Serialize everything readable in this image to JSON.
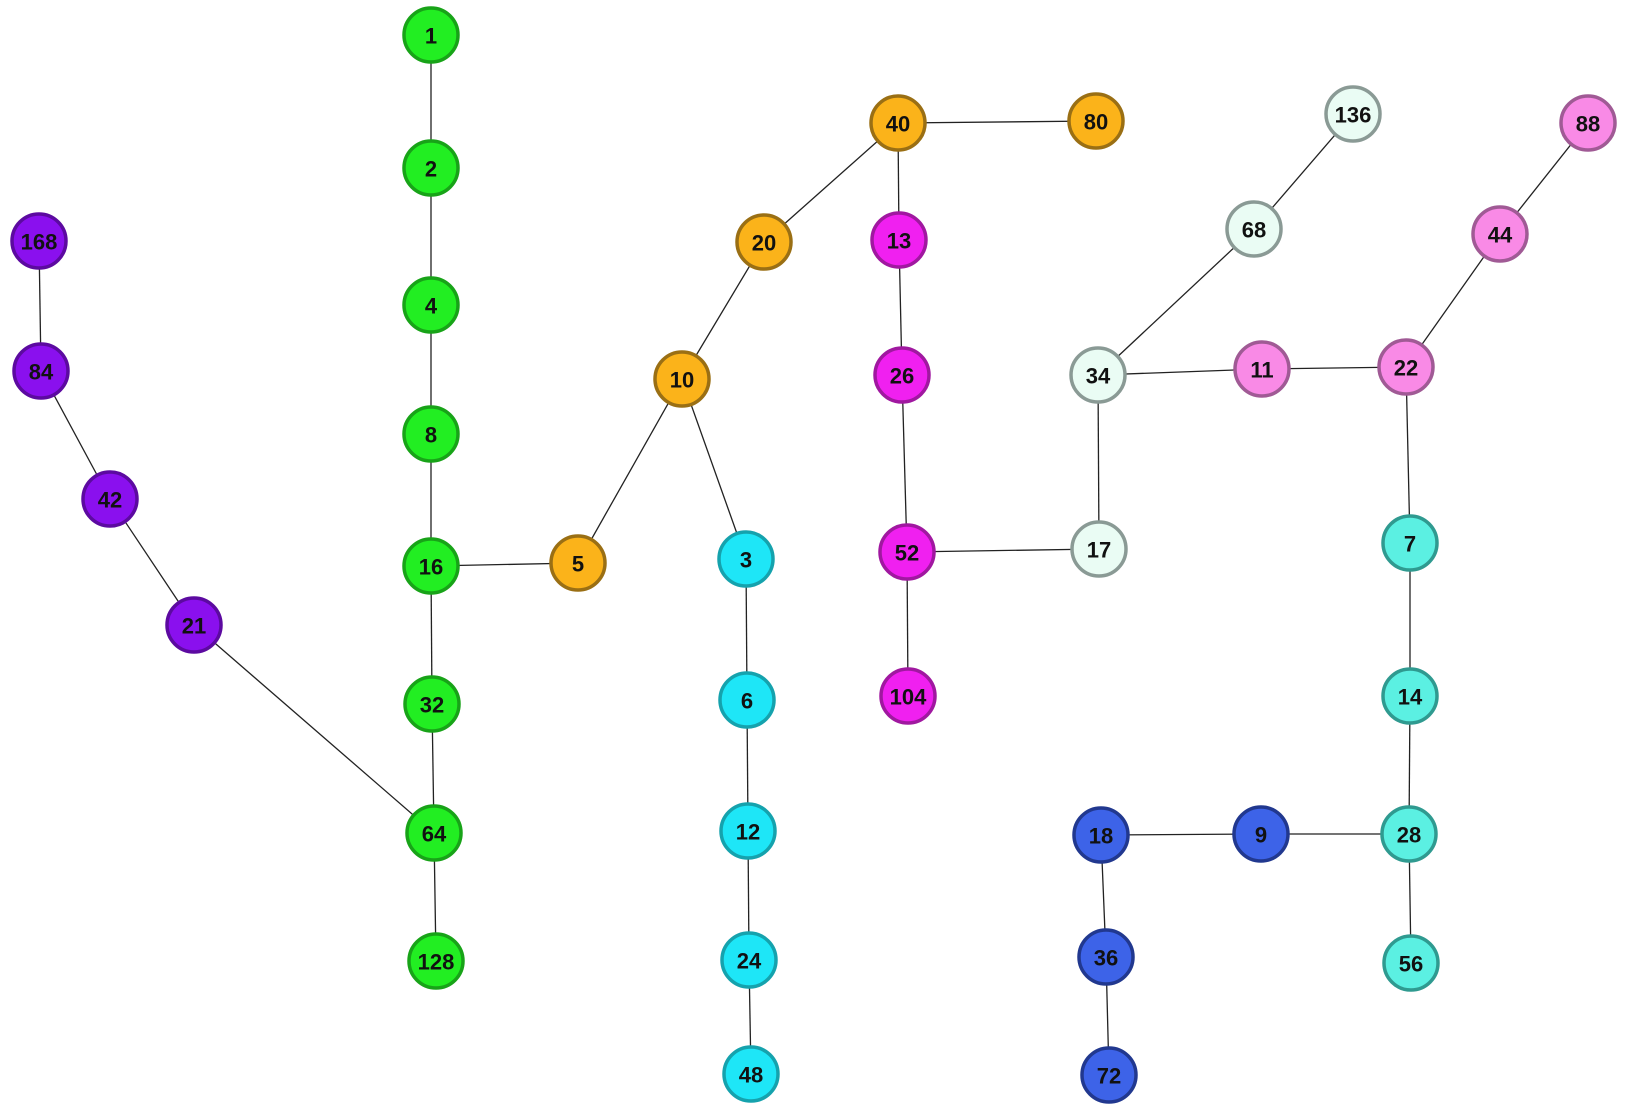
{
  "groups": {
    "green": {
      "fill": "#22ee22",
      "stroke": "#18a318"
    },
    "orange": {
      "fill": "#fbb31a",
      "stroke": "#9a6f14"
    },
    "magenta": {
      "fill": "#f020f0",
      "stroke": "#a018a0"
    },
    "cyan": {
      "fill": "#1ee6f7",
      "stroke": "#15a2ad"
    },
    "purple": {
      "fill": "#8a10ee",
      "stroke": "#5c0aa0"
    },
    "pale": {
      "fill": "#eafcf4",
      "stroke": "#8a9a95"
    },
    "pink": {
      "fill": "#f98ae6",
      "stroke": "#a05a95"
    },
    "teal": {
      "fill": "#5bf0e2",
      "stroke": "#2f9a90"
    },
    "blue": {
      "fill": "#3d63e8",
      "stroke": "#21388f"
    }
  },
  "nodes": [
    {
      "label": "1",
      "group": "green"
    },
    {
      "label": "2",
      "group": "green"
    },
    {
      "label": "4",
      "group": "green"
    },
    {
      "label": "8",
      "group": "green"
    },
    {
      "label": "16",
      "group": "green"
    },
    {
      "label": "32",
      "group": "green"
    },
    {
      "label": "64",
      "group": "green"
    },
    {
      "label": "128",
      "group": "green"
    },
    {
      "label": "168",
      "group": "purple"
    },
    {
      "label": "84",
      "group": "purple"
    },
    {
      "label": "42",
      "group": "purple"
    },
    {
      "label": "21",
      "group": "purple"
    },
    {
      "label": "5",
      "group": "orange"
    },
    {
      "label": "10",
      "group": "orange"
    },
    {
      "label": "20",
      "group": "orange"
    },
    {
      "label": "40",
      "group": "orange"
    },
    {
      "label": "80",
      "group": "orange"
    },
    {
      "label": "3",
      "group": "cyan"
    },
    {
      "label": "6",
      "group": "cyan"
    },
    {
      "label": "12",
      "group": "cyan"
    },
    {
      "label": "24",
      "group": "cyan"
    },
    {
      "label": "48",
      "group": "cyan"
    },
    {
      "label": "13",
      "group": "magenta"
    },
    {
      "label": "26",
      "group": "magenta"
    },
    {
      "label": "52",
      "group": "magenta"
    },
    {
      "label": "104",
      "group": "magenta"
    },
    {
      "label": "17",
      "group": "pale"
    },
    {
      "label": "34",
      "group": "pale"
    },
    {
      "label": "68",
      "group": "pale"
    },
    {
      "label": "136",
      "group": "pale"
    },
    {
      "label": "11",
      "group": "pink"
    },
    {
      "label": "22",
      "group": "pink"
    },
    {
      "label": "44",
      "group": "pink"
    },
    {
      "label": "88",
      "group": "pink"
    },
    {
      "label": "7",
      "group": "teal"
    },
    {
      "label": "14",
      "group": "teal"
    },
    {
      "label": "28",
      "group": "teal"
    },
    {
      "label": "56",
      "group": "teal"
    },
    {
      "label": "9",
      "group": "blue"
    },
    {
      "label": "18",
      "group": "blue"
    },
    {
      "label": "36",
      "group": "blue"
    },
    {
      "label": "72",
      "group": "blue"
    }
  ],
  "edges": [
    [
      "1",
      "2"
    ],
    [
      "2",
      "4"
    ],
    [
      "4",
      "8"
    ],
    [
      "8",
      "16"
    ],
    [
      "16",
      "32"
    ],
    [
      "32",
      "64"
    ],
    [
      "64",
      "128"
    ],
    [
      "16",
      "5"
    ],
    [
      "21",
      "64"
    ],
    [
      "168",
      "84"
    ],
    [
      "84",
      "42"
    ],
    [
      "42",
      "21"
    ],
    [
      "5",
      "10"
    ],
    [
      "10",
      "20"
    ],
    [
      "20",
      "40"
    ],
    [
      "40",
      "80"
    ],
    [
      "40",
      "13"
    ],
    [
      "10",
      "3"
    ],
    [
      "3",
      "6"
    ],
    [
      "6",
      "12"
    ],
    [
      "12",
      "24"
    ],
    [
      "24",
      "48"
    ],
    [
      "13",
      "26"
    ],
    [
      "26",
      "52"
    ],
    [
      "52",
      "104"
    ],
    [
      "52",
      "17"
    ],
    [
      "17",
      "34"
    ],
    [
      "34",
      "68"
    ],
    [
      "68",
      "136"
    ],
    [
      "34",
      "11"
    ],
    [
      "11",
      "22"
    ],
    [
      "22",
      "44"
    ],
    [
      "44",
      "88"
    ],
    [
      "22",
      "7"
    ],
    [
      "7",
      "14"
    ],
    [
      "14",
      "28"
    ],
    [
      "28",
      "56"
    ],
    [
      "28",
      "9"
    ],
    [
      "9",
      "18"
    ],
    [
      "18",
      "36"
    ],
    [
      "36",
      "72"
    ]
  ]
}
